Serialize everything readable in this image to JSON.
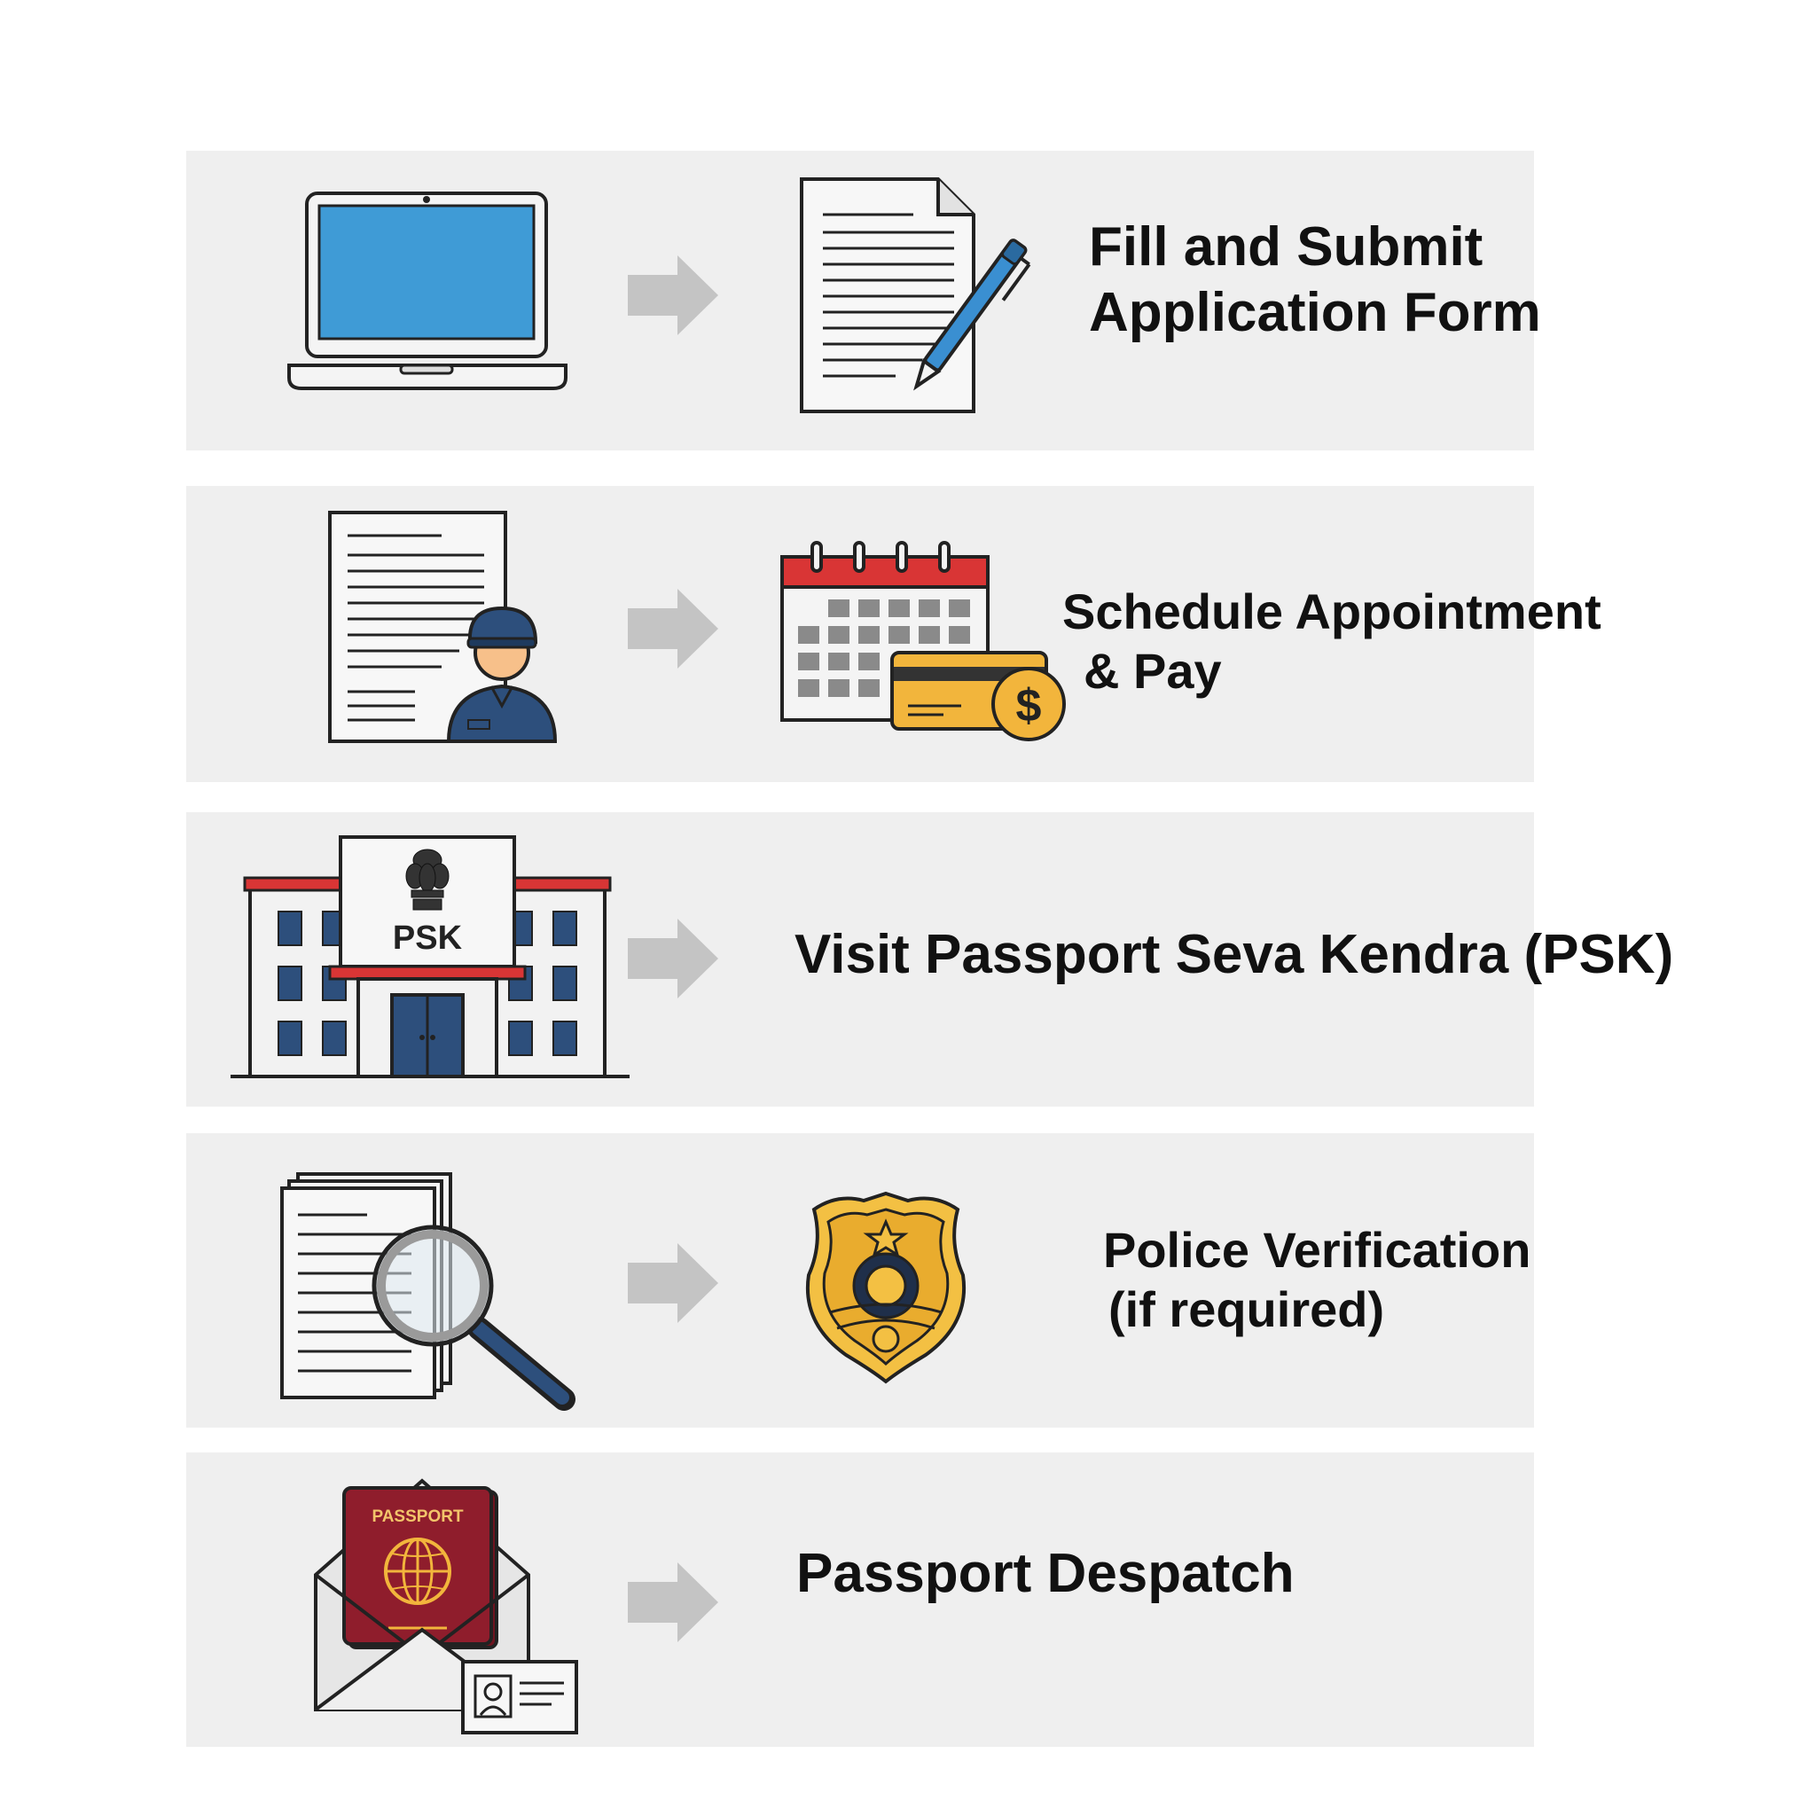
{
  "steps": [
    {
      "id": "apply-online",
      "lines": [
        "Fill and Submit",
        "Application Form"
      ],
      "icons": [
        "laptop-icon",
        "arrow-right-icon",
        "form-with-pen-icon"
      ]
    },
    {
      "id": "schedule-pay",
      "lines": [
        "Schedule Appointment",
        "& Pay"
      ],
      "icons": [
        "document-officer-icon",
        "arrow-right-icon",
        "calendar-payment-icon"
      ]
    },
    {
      "id": "visit-psk",
      "lines": [
        "Visit Passport Seva Kendra (PSK)"
      ],
      "building_sign": "PSK",
      "icons": [
        "psk-building-icon",
        "arrow-right-icon"
      ]
    },
    {
      "id": "police-verification",
      "lines": [
        "Police Verification",
        "(if required)"
      ],
      "icons": [
        "documents-magnifier-icon",
        "arrow-right-icon",
        "police-badge-icon"
      ]
    },
    {
      "id": "despatch",
      "lines": [
        "Passport Despatch"
      ],
      "passport_cover": "PASSPORT",
      "icons": [
        "passport-envelope-icon",
        "arrow-right-icon"
      ]
    }
  ],
  "colors": {
    "panel": "#efefef",
    "arrow": "#c4c4c4",
    "screen_blue": "#3f9bd6",
    "pen_blue": "#3a8fd1",
    "calendar_red": "#d93535",
    "card_gold": "#f2b53c",
    "badge_gold": "#f3c043",
    "passport_red": "#8f1d2c",
    "door_navy": "#2d4f7c",
    "outline": "#222222"
  }
}
